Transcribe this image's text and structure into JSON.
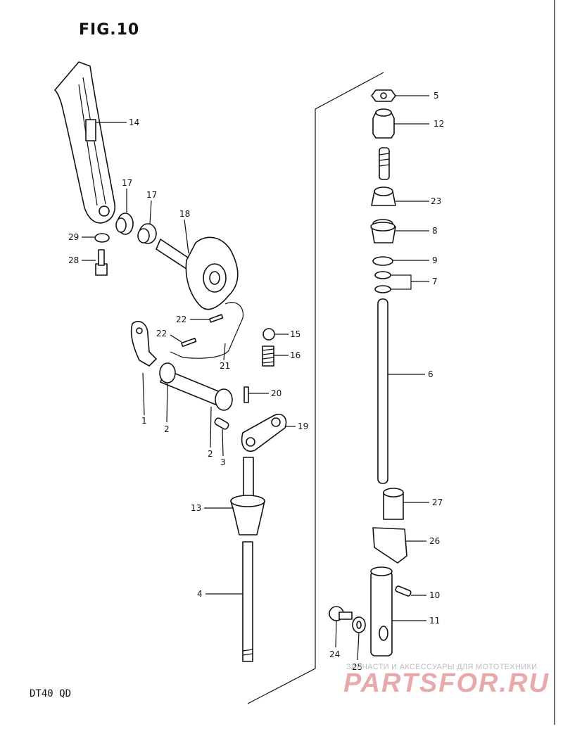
{
  "figure_title": "FIG.10",
  "model_label": "DT40  QD",
  "watermark": {
    "tagline": "ЗАПЧАСТИ И АКСЕССУАРЫ ДЛЯ МОТОТЕХНИКИ",
    "logo": "PARTSFOR.RU",
    "logo_color": "#e8a9ad"
  },
  "callouts": {
    "c1": "1",
    "c2a": "2",
    "c2b": "2",
    "c3": "3",
    "c4": "4",
    "c5": "5",
    "c6": "6",
    "c7": "7",
    "c8": "8",
    "c9": "9",
    "c10": "10",
    "c11": "11",
    "c12": "12",
    "c13": "13",
    "c14": "14",
    "c15": "15",
    "c16": "16",
    "c17a": "17",
    "c17b": "17",
    "c18": "18",
    "c19": "19",
    "c20": "20",
    "c21": "21",
    "c22a": "22",
    "c22b": "22",
    "c23": "23",
    "c24": "24",
    "c25": "25",
    "c26": "26",
    "c27": "27",
    "c28": "28",
    "c29": "29"
  }
}
